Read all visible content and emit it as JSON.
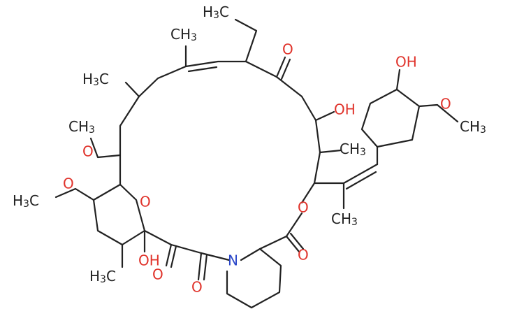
{
  "colors": {
    "oxygen": "#e0332b",
    "nitrogen": "#2b47c9",
    "carbon": "#222222",
    "background": "#ffffff"
  },
  "labels": {
    "h3c_top": {
      "main": "H",
      "sub": "3",
      "tail": "C"
    },
    "ch3_top": {
      "main": "CH",
      "sub": "3"
    },
    "h3c_upper_left": {
      "main": "H",
      "sub": "3",
      "tail": "C"
    },
    "ch3_methoxy_left": {
      "main": "CH",
      "sub": "3"
    },
    "o_methoxy_left": "O",
    "o_methoxy_lower": "O",
    "h3c_methoxy_lower": {
      "main": "H",
      "sub": "3",
      "tail": "C"
    },
    "o_pyran": "O",
    "oh_pyran": "OH",
    "o_keto_a": "O",
    "h3c_bottom_left": {
      "main": "H",
      "sub": "3",
      "tail": "C"
    },
    "o_keto_b": "O",
    "n_pipecolate": "N",
    "o_ester_ring": "O",
    "o_ester_carbonyl": "O",
    "o_ketone_top": "O",
    "oh_ring": "OH",
    "ch3_ring": {
      "main": "CH",
      "sub": "3"
    },
    "ch3_alkene": {
      "main": "CH",
      "sub": "3"
    },
    "oh_cyclohexyl": "OH",
    "o_cyclohexyl_methoxy": "O",
    "ch3_cyclohexyl_methoxy": {
      "main": "CH",
      "sub": "3"
    }
  }
}
